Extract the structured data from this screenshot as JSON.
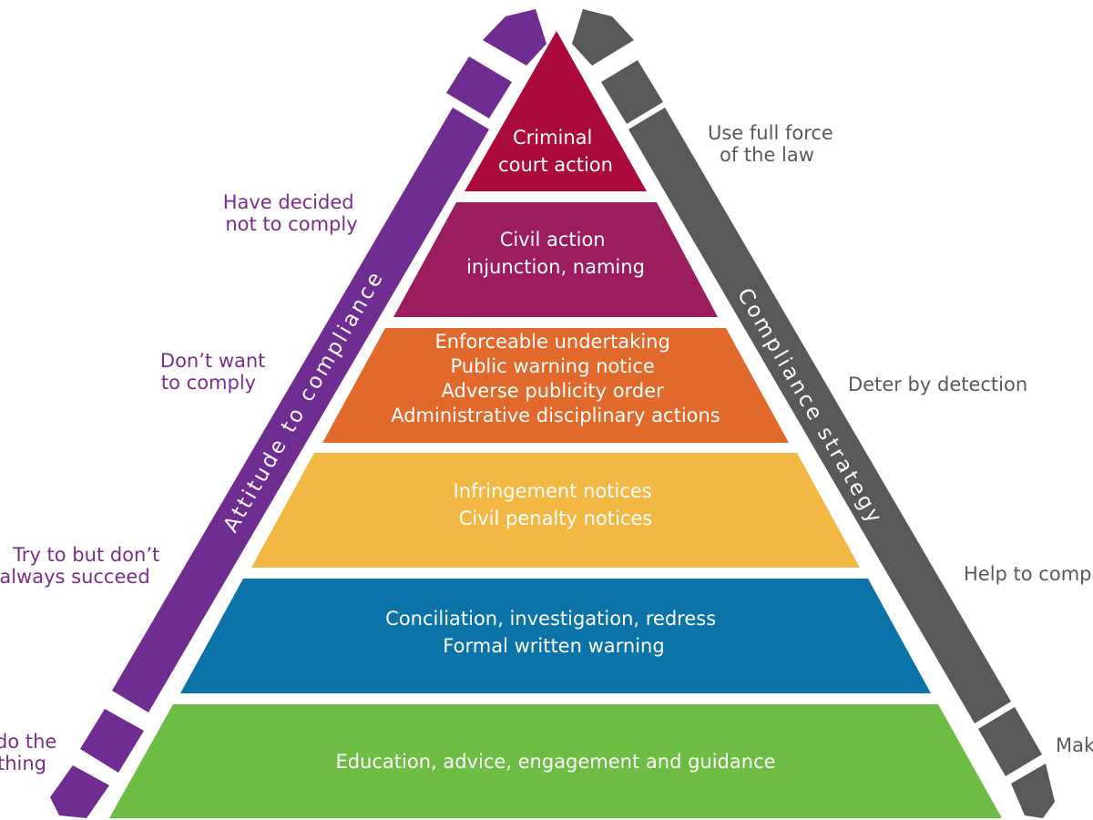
{
  "colors": {
    "purple": "#6f2c91",
    "grey": "#58595b",
    "tier_colors": [
      "#aa0b3c",
      "#9c1d5e",
      "#e0692b",
      "#f2b843",
      "#0b73a8",
      "#6dbd44"
    ]
  },
  "axes": {
    "left_label": "Attitude to compliance",
    "right_label": "Compliance strategy"
  },
  "tiers": [
    {
      "lines": [
        "Criminal",
        "court action"
      ]
    },
    {
      "lines": [
        "Civil action",
        "injunction, naming"
      ]
    },
    {
      "lines": [
        "Enforceable undertaking",
        "Public warning notice",
        "Adverse publicity order",
        "Administrative disciplinary actions"
      ]
    },
    {
      "lines": [
        "Infringement notices",
        "Civil penalty notices"
      ]
    },
    {
      "lines": [
        "Conciliation, investigation, redress",
        "Formal written warning"
      ]
    },
    {
      "lines": [
        "Education, advice, engagement and guidance"
      ]
    }
  ],
  "left_labels": [
    {
      "lines": [
        "Have decided",
        "not to comply"
      ]
    },
    {
      "lines": [
        "Don’t want",
        "to comply"
      ]
    },
    {
      "lines": [
        "Try to but don’t",
        "always succeed"
      ]
    },
    {
      "lines": [
        "do the",
        "thing"
      ]
    }
  ],
  "right_labels": [
    {
      "lines": [
        "Use full force",
        "of the law"
      ]
    },
    {
      "lines": [
        "Deter by detection"
      ]
    },
    {
      "lines": [
        "Help to comp"
      ]
    },
    {
      "lines": [
        "Mak"
      ]
    }
  ]
}
